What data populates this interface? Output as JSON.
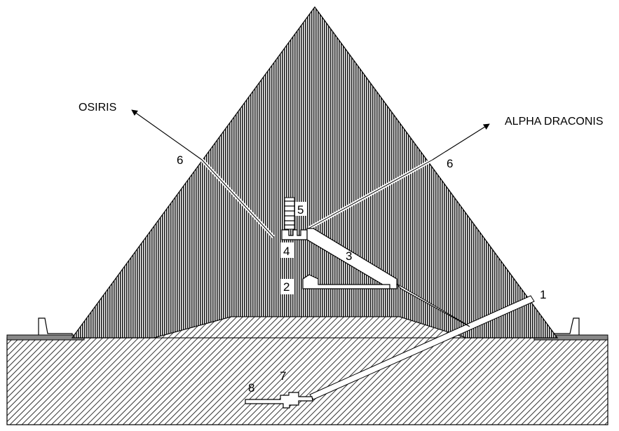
{
  "targets": {
    "left": "OSIRIS",
    "right": "ALPHA DRACONIS"
  },
  "labels": {
    "n1": "1",
    "n2": "2",
    "n3": "3",
    "n4": "4",
    "n5": "5",
    "n6_left": "6",
    "n6_right": "6",
    "n7": "7",
    "n8": "8"
  }
}
